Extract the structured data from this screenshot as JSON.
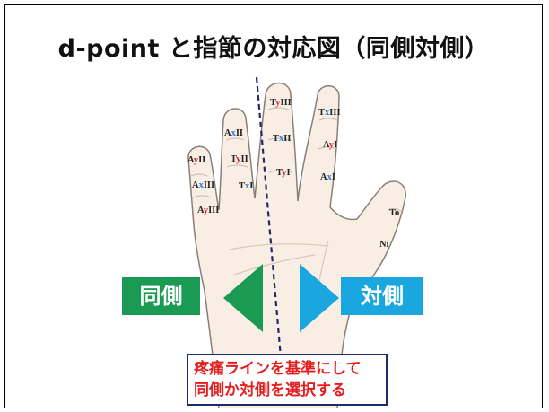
{
  "title": "d-point と指節の対応図（同側対側）",
  "finger_labels": {
    "ty3": {
      "prefix": "T",
      "mid": "y",
      "suffix": "III"
    },
    "tx3": {
      "prefix": "T",
      "mid": "x",
      "suffix": "III"
    },
    "ax2": {
      "prefix": "A",
      "mid": "x",
      "suffix": "II"
    },
    "tx2": {
      "prefix": "T",
      "mid": "x",
      "suffix": "II"
    },
    "ay1": {
      "prefix": "A",
      "mid": "y",
      "suffix": "I"
    },
    "ay2": {
      "prefix": "A",
      "mid": "y",
      "suffix": "II"
    },
    "ty2": {
      "prefix": "T",
      "mid": "y",
      "suffix": "II"
    },
    "ty1": {
      "prefix": "T",
      "mid": "y",
      "suffix": "I"
    },
    "ax1": {
      "prefix": "A",
      "mid": "x",
      "suffix": "I"
    },
    "ax3": {
      "prefix": "A",
      "mid": "x",
      "suffix": "III"
    },
    "tx1": {
      "prefix": "T",
      "mid": "x",
      "suffix": "I"
    },
    "ay3": {
      "prefix": "A",
      "mid": "y",
      "suffix": "III"
    },
    "to": "To",
    "ni": "Ni"
  },
  "same_side_label": "同側",
  "opposite_side_label": "対側",
  "note": {
    "line1": "疼痛ラインを基準にして",
    "line2": "同側か対側を選択する"
  },
  "colors": {
    "same_side": "#1a9a52",
    "opposite_side": "#1aa7e0",
    "note_text": "#e41e1e",
    "note_border": "#1f2a6b",
    "skin": "#f8eee4",
    "skin_outline": "#8a7f78",
    "pain_line": "#1f2a6b",
    "label_highlight_y": "#d6262c",
    "label_highlight_x": "#2b7fd6"
  },
  "icons": {
    "left_arrow": "triangle-left-icon",
    "right_arrow": "triangle-right-icon"
  }
}
